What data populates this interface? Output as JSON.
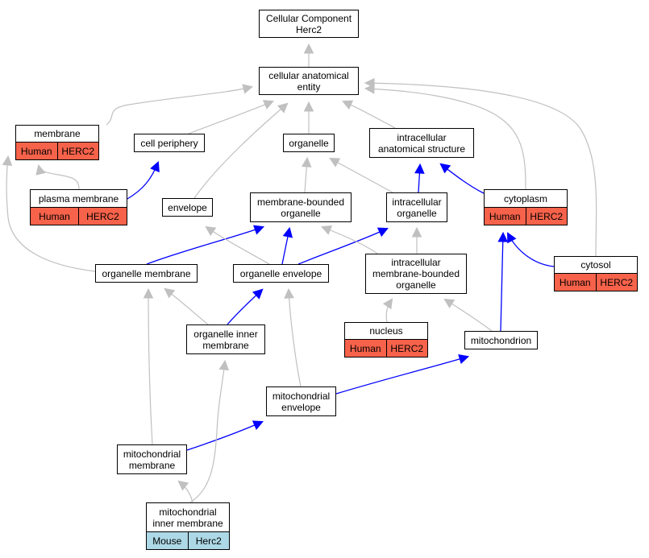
{
  "colors": {
    "human": "#f7624a",
    "mouse": "#add8e6",
    "is_a_edge": "#c0c0c0",
    "part_of_edge": "#0000ff"
  },
  "nodes": {
    "root": {
      "title": "Cellular Component\nHerc2"
    },
    "cellular_anatomical_entity": {
      "title": "cellular anatomical\nentity"
    },
    "membrane": {
      "title": "membrane",
      "species": "Human",
      "gene": "HERC2"
    },
    "cell_periphery": {
      "title": "cell periphery"
    },
    "organelle": {
      "title": "organelle"
    },
    "intracellular_anatomical_structure": {
      "title": "intracellular\nanatomical structure"
    },
    "plasma_membrane": {
      "title": "plasma membrane",
      "species": "Human",
      "gene": "HERC2"
    },
    "envelope": {
      "title": "envelope"
    },
    "membrane_bounded_organelle": {
      "title": "membrane-bounded\norganelle"
    },
    "intracellular_organelle": {
      "title": "intracellular\norganelle"
    },
    "cytoplasm": {
      "title": "cytoplasm",
      "species": "Human",
      "gene": "HERC2"
    },
    "organelle_membrane": {
      "title": "organelle membrane"
    },
    "organelle_envelope": {
      "title": "organelle envelope"
    },
    "intracellular_mb_organelle": {
      "title": "intracellular\nmembrane-bounded\norganelle"
    },
    "cytosol": {
      "title": "cytosol",
      "species": "Human",
      "gene": "HERC2"
    },
    "organelle_inner_membrane": {
      "title": "organelle inner\nmembrane"
    },
    "nucleus": {
      "title": "nucleus",
      "species": "Human",
      "gene": "HERC2"
    },
    "mitochondrion": {
      "title": "mitochondrion"
    },
    "mitochondrial_envelope": {
      "title": "mitochondrial\nenvelope"
    },
    "mitochondrial_membrane": {
      "title": "mitochondrial\nmembrane"
    },
    "mitochondrial_inner_membrane": {
      "title": "mitochondrial\ninner membrane",
      "species": "Mouse",
      "gene": "Herc2"
    }
  },
  "edges": [
    {
      "from": "cellular_anatomical_entity",
      "to": "root",
      "relation": "is_a"
    },
    {
      "from": "membrane",
      "to": "cellular_anatomical_entity",
      "relation": "is_a"
    },
    {
      "from": "cell_periphery",
      "to": "cellular_anatomical_entity",
      "relation": "is_a"
    },
    {
      "from": "organelle",
      "to": "cellular_anatomical_entity",
      "relation": "is_a"
    },
    {
      "from": "intracellular_anatomical_structure",
      "to": "cellular_anatomical_entity",
      "relation": "is_a"
    },
    {
      "from": "envelope",
      "to": "cellular_anatomical_entity",
      "relation": "is_a"
    },
    {
      "from": "cytoplasm",
      "to": "cellular_anatomical_entity",
      "relation": "is_a"
    },
    {
      "from": "cytosol",
      "to": "cellular_anatomical_entity",
      "relation": "is_a"
    },
    {
      "from": "plasma_membrane",
      "to": "membrane",
      "relation": "is_a"
    },
    {
      "from": "plasma_membrane",
      "to": "cell_periphery",
      "relation": "part_of"
    },
    {
      "from": "membrane_bounded_organelle",
      "to": "organelle",
      "relation": "is_a"
    },
    {
      "from": "intracellular_organelle",
      "to": "organelle",
      "relation": "is_a"
    },
    {
      "from": "intracellular_organelle",
      "to": "intracellular_anatomical_structure",
      "relation": "part_of"
    },
    {
      "from": "cytoplasm",
      "to": "intracellular_anatomical_structure",
      "relation": "part_of"
    },
    {
      "from": "organelle_membrane",
      "to": "membrane",
      "relation": "is_a"
    },
    {
      "from": "organelle_membrane",
      "to": "membrane_bounded_organelle",
      "relation": "part_of"
    },
    {
      "from": "organelle_envelope",
      "to": "envelope",
      "relation": "is_a"
    },
    {
      "from": "organelle_envelope",
      "to": "membrane_bounded_organelle",
      "relation": "part_of"
    },
    {
      "from": "organelle_envelope",
      "to": "intracellular_organelle",
      "relation": "part_of"
    },
    {
      "from": "intracellular_mb_organelle",
      "to": "membrane_bounded_organelle",
      "relation": "is_a"
    },
    {
      "from": "intracellular_mb_organelle",
      "to": "intracellular_organelle",
      "relation": "is_a"
    },
    {
      "from": "cytosol",
      "to": "cytoplasm",
      "relation": "part_of"
    },
    {
      "from": "organelle_inner_membrane",
      "to": "organelle_membrane",
      "relation": "is_a"
    },
    {
      "from": "organelle_inner_membrane",
      "to": "organelle_envelope",
      "relation": "part_of"
    },
    {
      "from": "nucleus",
      "to": "intracellular_mb_organelle",
      "relation": "is_a"
    },
    {
      "from": "mitochondrion",
      "to": "intracellular_mb_organelle",
      "relation": "is_a"
    },
    {
      "from": "mitochondrion",
      "to": "cytoplasm",
      "relation": "part_of"
    },
    {
      "from": "mitochondrial_envelope",
      "to": "organelle_envelope",
      "relation": "is_a"
    },
    {
      "from": "mitochondrial_envelope",
      "to": "mitochondrion",
      "relation": "part_of"
    },
    {
      "from": "mitochondrial_membrane",
      "to": "organelle_membrane",
      "relation": "is_a"
    },
    {
      "from": "mitochondrial_membrane",
      "to": "mitochondrial_envelope",
      "relation": "part_of"
    },
    {
      "from": "mitochondrial_inner_membrane",
      "to": "organelle_inner_membrane",
      "relation": "is_a"
    },
    {
      "from": "mitochondrial_inner_membrane",
      "to": "mitochondrial_membrane",
      "relation": "is_a"
    }
  ]
}
